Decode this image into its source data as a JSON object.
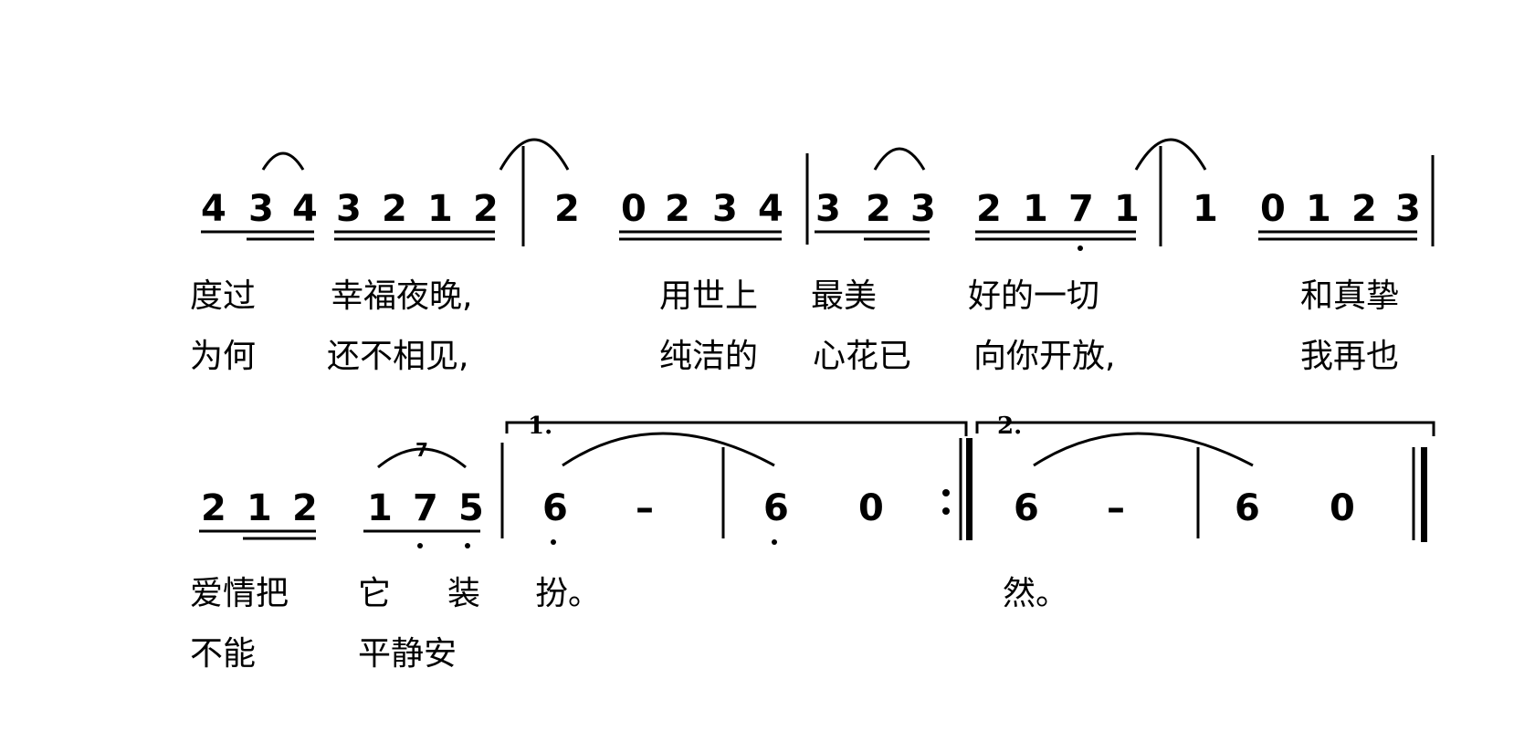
{
  "score": {
    "line1": {
      "notes": [
        "4",
        "3",
        "4",
        "3",
        "2",
        "1",
        "2",
        "2",
        "0",
        "2",
        "3",
        "4",
        "3",
        "2",
        "3",
        "2",
        "1",
        "7",
        "1",
        "1",
        "0",
        "1",
        "2",
        "3"
      ],
      "lyrics_verse1": [
        "度过",
        "幸福夜晚,",
        "用世上",
        "最美",
        "好的一切",
        "和真挚"
      ],
      "lyrics_verse2": [
        "为何",
        "还不相见,",
        "纯洁的",
        "心花已",
        "向你开放,",
        "我再也"
      ]
    },
    "line2": {
      "notes": [
        "2",
        "1",
        "2",
        "1",
        "7",
        "5",
        "6",
        "–",
        "6",
        "0",
        "6",
        "–",
        "6",
        "0"
      ],
      "grace_note": "7",
      "ending_1": "1.",
      "ending_2": "2.",
      "lyrics_verse1": [
        "爱情把",
        "它",
        "装",
        "扮。",
        "然。"
      ],
      "lyrics_verse2": [
        "不能",
        "平静安"
      ]
    }
  }
}
